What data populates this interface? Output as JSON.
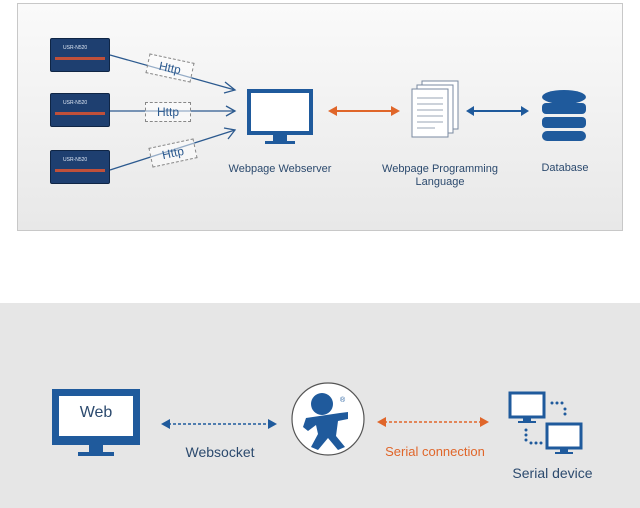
{
  "top": {
    "devices": [
      {
        "name": "USR-N520"
      },
      {
        "name": "USR-N520"
      },
      {
        "name": "USR-N520"
      }
    ],
    "http_labels": [
      "Http",
      "Http",
      "Http"
    ],
    "webserver_label": "Webpage Webserver",
    "language_label_line1": "Webpage Programming",
    "language_label_line2": "Language",
    "database_label": "Database"
  },
  "bottom": {
    "web_label": "Web",
    "websocket_label": "Websocket",
    "serial_connection_label": "Serial connection",
    "serial_device_label": "Serial device"
  },
  "colors": {
    "blue": "#1f5a9c",
    "orange": "#e0662a",
    "panel": "#e6e6e6"
  }
}
